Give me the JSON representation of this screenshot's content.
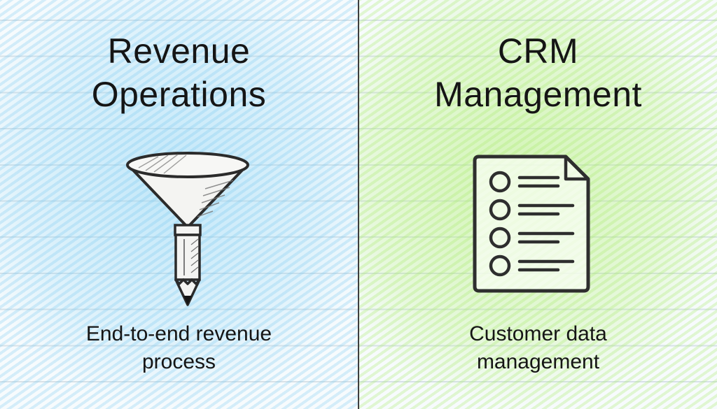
{
  "theme": {
    "left_accent": "#8fd3f4",
    "right_accent": "#b5ee82",
    "divider_color": "#3e3e3e",
    "text_color": "#151515"
  },
  "panels": [
    {
      "title_lines": [
        "Revenue",
        "Operations"
      ],
      "icon": "funnel-pencil-icon",
      "subtitle_lines": [
        "End-to-end revenue",
        "process"
      ]
    },
    {
      "title_lines": [
        "CRM",
        "Management"
      ],
      "icon": "document-checklist-icon",
      "subtitle_lines": [
        "Customer data",
        "management"
      ]
    }
  ]
}
